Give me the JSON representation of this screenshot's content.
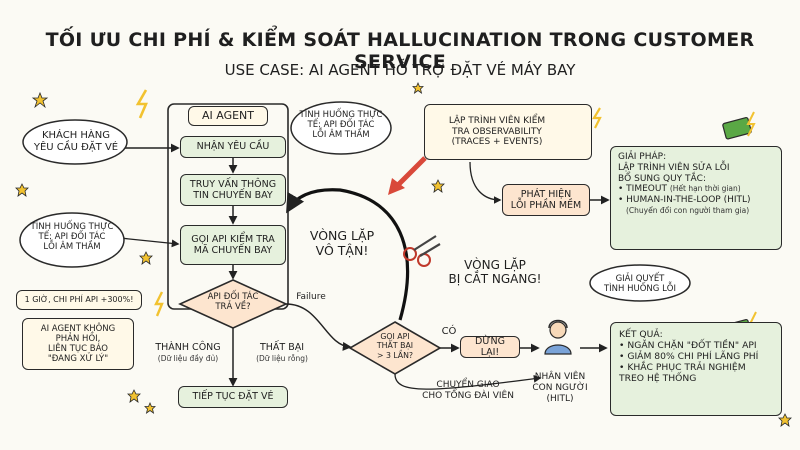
{
  "title": "TỐI ƯU CHI PHÍ & KIỂM SOÁT HALLUCINATION TRONG CUSTOMER SERVICE",
  "subtitle": "USE CASE: AI AGENT HỖ TRỢ ĐẶT VÉ MÁY BAY",
  "customer_cloud": "KHÁCH HÀNG\nYÊU CẦU ĐẶT VÉ",
  "ai_agent_header": "AI AGENT",
  "flow": {
    "receive": "NHẬN YÊU CẦU",
    "query": "TRUY VẤN THÔNG\nTIN CHUYẾN BAY",
    "api_call": "GỌI API KIỂM TRA\nMÃ CHUYẾN BAY",
    "decision": "API ĐỐI TÁC\nTRẢ VỀ?",
    "continue": "TIẾP TỤC ĐẶT VÉ"
  },
  "success_label": "THÀNH CÔNG",
  "success_note": "(Dữ liệu đầy đủ)",
  "fail_label": "THẤT BẠI",
  "fail_note": "(Dữ liệu rỗng)",
  "failure_tag": "Failure",
  "note_top": "TÌNH HUỐNG THỰC\nTẾ: API ĐỐI TÁC\nLỖI ÂM THẦM",
  "note_left": "TÌNH HUỐNG THỰC\nTẾ: API ĐỐI TÁC\nLỖI ÂM THẦM",
  "cost_badge": "1 GIỜ, CHI PHÍ API +300%!",
  "no_response": "AI AGENT KHÔNG\nPHẢN HỒI,\nLIÊN TỤC BÁO\n\"ĐANG XỬ LÝ\"",
  "loop_label": "VÒNG LẶP\nVÔ TẬN!",
  "cut_label": "VÒNG LẶP\nBỊ CẮT NGANG!",
  "fail_check": "GỌI API\nTHẤT BẠI\n> 3 LẦN?",
  "yes_label": "CÓ",
  "stop_box": "DỪNG LẠI!",
  "handover": "CHUYỂN GIAO\nCHO TỔNG ĐÀI VIÊN",
  "human_label": "NHÂN VIÊN\nCON NGƯỜI\n(HITL)",
  "resolve_bubble": "GIẢI QUYẾT\nTÌNH HUỐNG LỖI",
  "dev_box": "LẬP TRÌNH VIÊN KIỂM\nTRA OBSERVABILITY\n(TRACES + EVENTS)",
  "detect_box": "PHÁT HIỆN\nLỖI PHẦN MỀM",
  "solution": {
    "heading": "GIẢI PHÁP:",
    "line1": "LẬP TRÌNH VIÊN SỬA LỖI",
    "line2": "BỔ SUNG QUY TẮC:",
    "b1": "• TIMEOUT",
    "b1_note": "(Hết hạn thời gian)",
    "b2": "• HUMAN-IN-THE-LOOP (HITL)",
    "b2_note": "(Chuyển đổi con người tham gia)"
  },
  "result": {
    "heading": "KẾT QUẢ:",
    "r1": "• NGĂN CHẶN \"ĐỐT TIỀN\" API",
    "r2": "• GIẢM 80% CHI PHÍ LÃNG PHÍ",
    "r3": "• KHẮC PHỤC TRẢI NGHIỆM\n   TREO HỆ THỐNG"
  },
  "colors": {
    "green": "#e6f1dd",
    "peach": "#fde5cf",
    "cream": "#fff9e8",
    "accent_red": "#d9493a",
    "star": "#f2c230",
    "money": "#5aa845"
  }
}
